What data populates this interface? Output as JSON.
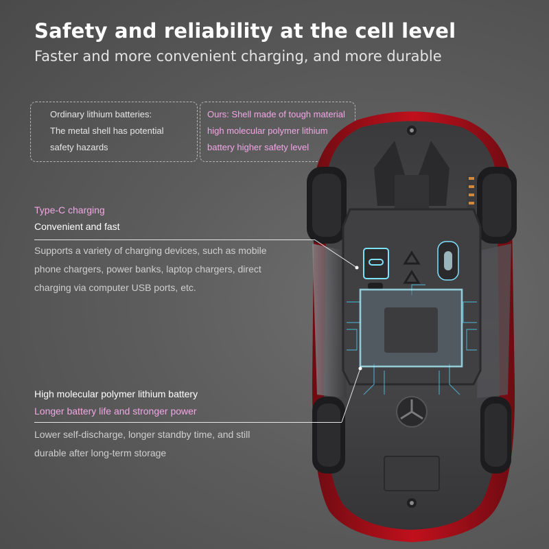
{
  "header": {
    "title": "Safety and reliability at the cell level",
    "subtitle": "Faster and more convenient charging, and more durable"
  },
  "comparison": {
    "ordinary": [
      "Ordinary lithium batteries:",
      "The metal shell has potential",
      "safety hazards"
    ],
    "ours": [
      "Ours: Shell made of tough material",
      "high molecular polymer lithium",
      "battery higher safety level"
    ]
  },
  "typec": {
    "tag": "Type-C charging",
    "headline": "Convenient and fast",
    "desc": [
      "Supports a variety of charging devices, such as mobile",
      "phone chargers, power banks, laptop chargers, direct",
      "charging via computer USB ports, etc."
    ]
  },
  "battery": {
    "headline": "High molecular polymer lithium battery",
    "tag": "Longer battery life and stronger power",
    "desc": [
      "Lower self-discharge, longer standby time, and still",
      "durable after long-term storage"
    ]
  },
  "colors": {
    "accent_pink": "#f2a6e6",
    "car_red": "#c0101c",
    "glow_cyan": "#7fe3ff"
  }
}
